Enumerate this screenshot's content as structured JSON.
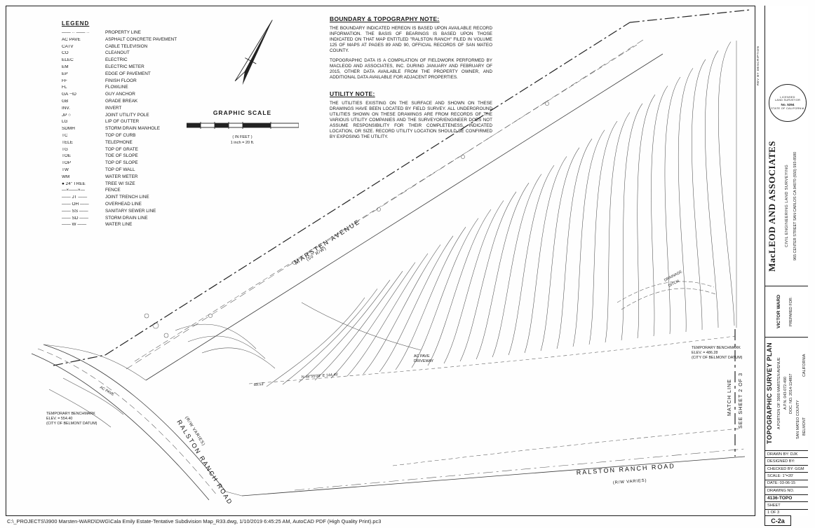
{
  "footer": {
    "path_text": "C:\\_PROJECTS\\3900 Marsten-WARD\\DWG\\Cala Emily Estate-Tentative Subdivision Map_R33.dwg, 1/10/2019 6:45:25 AM, AutoCAD PDF (High Quality Print).pc3"
  },
  "legend": {
    "title": "LEGEND",
    "entries": [
      {
        "sym": "—— ·· —— ··",
        "label": "PROPERTY LINE"
      },
      {
        "sym": "AC PAVE",
        "label": "ASPHALT CONCRETE PAVEMENT"
      },
      {
        "sym": "CATV",
        "label": "CABLE TELEVISION"
      },
      {
        "sym": "CO",
        "label": "CLEANOUT"
      },
      {
        "sym": "ELEC",
        "label": "ELECTRIC"
      },
      {
        "sym": "EM",
        "label": "ELECTRIC METER"
      },
      {
        "sym": "EP",
        "label": "EDGE OF PAVEMENT"
      },
      {
        "sym": "FF",
        "label": "FINISH FLOOR"
      },
      {
        "sym": "FL",
        "label": "FLOWLINE"
      },
      {
        "sym": "GA  ⊣D",
        "label": "GUY ANCHOR"
      },
      {
        "sym": "GB",
        "label": "GRADE BREAK"
      },
      {
        "sym": "INV.",
        "label": "INVERT"
      },
      {
        "sym": "JP  ○",
        "label": "JOINT UTILITY POLE"
      },
      {
        "sym": "LG",
        "label": "LIP OF GUTTER"
      },
      {
        "sym": "SDMH",
        "label": "STORM DRAIN MANHOLE"
      },
      {
        "sym": "TC",
        "label": "TOP OF CURB"
      },
      {
        "sym": "TELE",
        "label": "TELEPHONE"
      },
      {
        "sym": "TG",
        "label": "TOP OF GRATE"
      },
      {
        "sym": "TOE",
        "label": "TOE OF SLOPE"
      },
      {
        "sym": "TOP",
        "label": "TOP OF SLOPE"
      },
      {
        "sym": "TW",
        "label": "TOP OF WALL"
      },
      {
        "sym": "WM",
        "label": "WATER METER"
      },
      {
        "sym": "● 24\" TREE",
        "label": "TREE W/ SIZE"
      },
      {
        "sym": "—×——×—",
        "label": "FENCE"
      },
      {
        "sym": "—— JT ——",
        "label": "JOINT TRENCH LINE"
      },
      {
        "sym": "—— OH ——",
        "label": "OVERHEAD LINE"
      },
      {
        "sym": "—— SS ——",
        "label": "SANITARY SEWER LINE"
      },
      {
        "sym": "—— SD ——",
        "label": "STORM DRAIN LINE"
      },
      {
        "sym": "—— W ——",
        "label": "WATER LINE"
      }
    ]
  },
  "notes": {
    "boundary_title": "BOUNDARY & TOPOGRAPHY NOTE:",
    "boundary_p1": "THE BOUNDARY INDICATED HEREON IS BASED UPON AVAILABLE RECORD INFORMATION. THE BASIS OF BEARINGS IS BASED UPON THOSE INDICATED ON THAT MAP ENTITLED \"RALSTON RANCH\" FILED IN VOLUME 125 OF MAPS AT PAGES 89 AND 90, OFFICIAL RECORDS OF SAN MATEO COUNTY.",
    "boundary_p2": "TOPOGRAPHIC DATA IS A COMPILATION OF FIELDWORK PERFORMED BY MACLEOD AND ASSOCIATES, INC.  DURING JANUARY AND FEBRUARY OF 2015, OTHER DATA AVAILABLE FROM THE PROPERTY OWNER, AND ADDITIONAL DATA AVAILABLE FOR ADJACENT PROPERTIES.",
    "utility_title": "UTILITY NOTE:",
    "utility_p1": "THE UTILITIES EXISTING ON THE SURFACE AND SHOWN ON THESE DRAWINGS HAVE BEEN LOCATED BY FIELD SURVEY. ALL UNDERGROUND UTILITIES SHOWN ON THESE DRAWINGS ARE FROM RECORDS OF THE VARIOUS UTILITY COMPANIES AND THE SURVEYOR/ENGINEER DOES NOT ASSUME RESPONSIBILITY FOR THEIR COMPLETENESS, INDICATED LOCATION, OR SIZE. RECORD UTILITY LOCATION SHOULD BE CONFIRMED BY EXPOSING THE UTILITY."
  },
  "scale": {
    "title": "GRAPHIC SCALE",
    "in_feet": "( IN FEET )",
    "ratio": "1 inch = 20  ft."
  },
  "map": {
    "street_marsten": "MARSTEN AVENUE",
    "street_marsten_sub": "(50' R/W)",
    "street_ralston": "RALSTON RANCH ROAD",
    "street_ralston_sub": "(R/W VARIES)",
    "match_line_1": "MATCH LINE",
    "match_line_2": "SEE SHEET 2 OF 3",
    "drainage_1": "DRAINAGE",
    "drainage_2": "DITCH",
    "bearing_1": "N 48°55'08\" E   144.45'",
    "bearing_2": "89.53'",
    "ac_pave": "AC PAVE",
    "ac_pave_drwy_1": "AC PAVE",
    "ac_pave_drwy_2": "DRIVEWAY",
    "benchmark_left_1": "TEMPORARY BENCHMARK",
    "benchmark_left_2": "ELEV. = 554.40",
    "benchmark_left_3": "(CITY OF BELMONT DATUM)",
    "benchmark_right_1": "TEMPORARY BENCHMARK",
    "benchmark_right_2": "ELEV. = 486.28",
    "benchmark_right_3": "(CITY OF BELMONT DATUM)"
  },
  "titleblock": {
    "rev_header": "REV   BY   DESCRIPTION",
    "stamp": {
      "line1": "LICENSED",
      "line2": "LAND SURVEYOR",
      "no": "No. 5394",
      "state": "STATE OF CALIFORNIA"
    },
    "firm_name": "MacLEOD AND ASSOCIATES",
    "firm_services": "CIVIL ENGINEERING    LAND SURVEYING",
    "firm_address": "965 CENTER STREET  SAN CARLOS CA 94070  (650) 593-8580",
    "prepared_for_label": "PREPARED FOR:",
    "prepared_for": "VICTOR WARD",
    "sheet_title": "TOPOGRAPHIC SURVEY PLAN",
    "sheet_sub1": "A PORTION OF 3900 MARSTEN AVENUE",
    "sheet_sub2": "A.P.N. 043-072-490",
    "sheet_sub3": "DOC. NO. 2014-114807",
    "county": "SAN MATEO COUNTY",
    "city": "BELMONT",
    "state": "CALIFORNIA",
    "admin_rows": [
      "DRAWN BY:  DJK",
      "DESIGNED BY:",
      "CHECKED BY:  GGM",
      "SCALE:  1\"=20'",
      "DATE:  03-06-15",
      "DRAWING NO.",
      "4136-TOPO",
      "SHEET",
      "1 OF 3"
    ],
    "sheet_code": "C-2a"
  }
}
